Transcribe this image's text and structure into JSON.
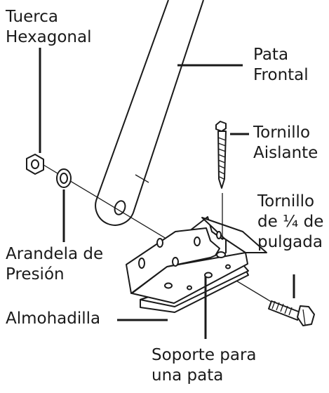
{
  "labels": {
    "hex_nut": [
      "Tuerca",
      "Hexagonal"
    ],
    "front_leg": [
      "Pata",
      "Frontal"
    ],
    "lag_screw": [
      "Tornillo",
      "Aislante"
    ],
    "bolt": [
      "Tornillo",
      "de ¼ de",
      "pulgada"
    ],
    "lock_washer": [
      "Arandela de",
      "Presión"
    ],
    "pad": [
      "Almohadilla"
    ],
    "leg_bracket": [
      "Soporte para",
      "una pata"
    ]
  }
}
